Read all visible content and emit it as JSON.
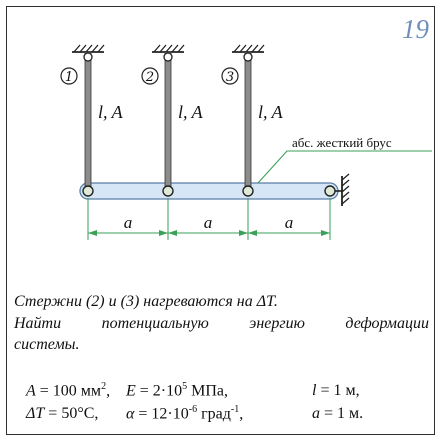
{
  "problem_number": "19",
  "rods": [
    {
      "id": "1",
      "label": "l, A"
    },
    {
      "id": "2",
      "label": "l, A"
    },
    {
      "id": "3",
      "label": "l, A"
    }
  ],
  "beam_label": "абс. жесткий брус",
  "spans": [
    "a",
    "a",
    "a"
  ],
  "task_line1": "Стержни (2) и (3) нагреваются на ΔT.",
  "task_line2_words": [
    "Найти",
    "потенциальную",
    "энергию",
    "деформации"
  ],
  "task_line3": "системы.",
  "params": {
    "A_sym": "A",
    "A_val": " = 100 мм",
    "A_exp": "2",
    "A_end": ",",
    "E_sym": "E",
    "E_val": " = 2·10",
    "E_exp": "5",
    "E_end": " МПа,",
    "l_sym": "l",
    "l_val": " = 1 м,",
    "dT_sym": "ΔT",
    "dT_val": " = 50°C,",
    "alpha_sym": "α",
    "alpha_val": " = 12·10",
    "alpha_exp": "-6",
    "alpha_end": " град",
    "alpha_exp2": "-1",
    "alpha_end2": ",",
    "a_sym": "a",
    "a_val": " = 1 м."
  }
}
